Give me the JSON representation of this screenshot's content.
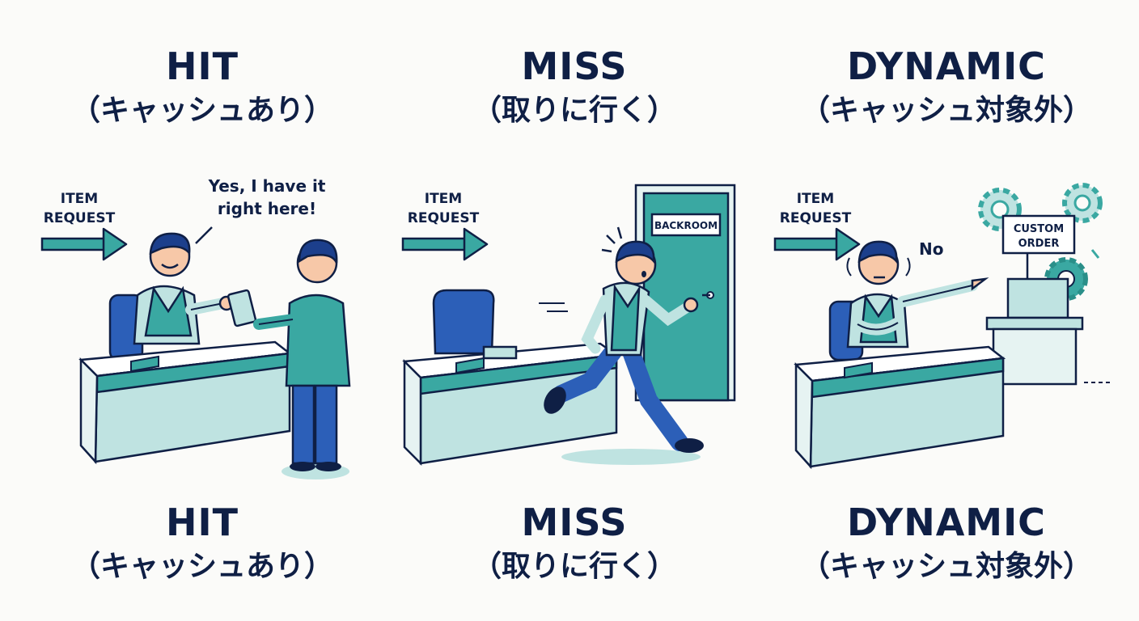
{
  "panels": [
    {
      "title": "HIT",
      "subtitle": "（キャッシュあり）",
      "request_label_line1": "ITEM",
      "request_label_line2": "REQUEST",
      "speech_line1": "Yes, I have it",
      "speech_line2": "right here!"
    },
    {
      "title": "MISS",
      "subtitle": "（取りに行く）",
      "request_label_line1": "ITEM",
      "request_label_line2": "REQUEST",
      "door_sign": "BACKROOM"
    },
    {
      "title": "DYNAMIC",
      "subtitle": "（キャッシュ対象外）",
      "request_label_line1": "ITEM",
      "request_label_line2": "REQUEST",
      "speech": "No",
      "machine_sign_line1": "CUSTOM",
      "machine_sign_line2": "ORDER"
    }
  ],
  "colors": {
    "ink": "#0f1f45",
    "teal": "#3aa8a2",
    "teal_light": "#bfe3e1",
    "blue": "#2c5fb8",
    "skin": "#f7c8a8"
  }
}
